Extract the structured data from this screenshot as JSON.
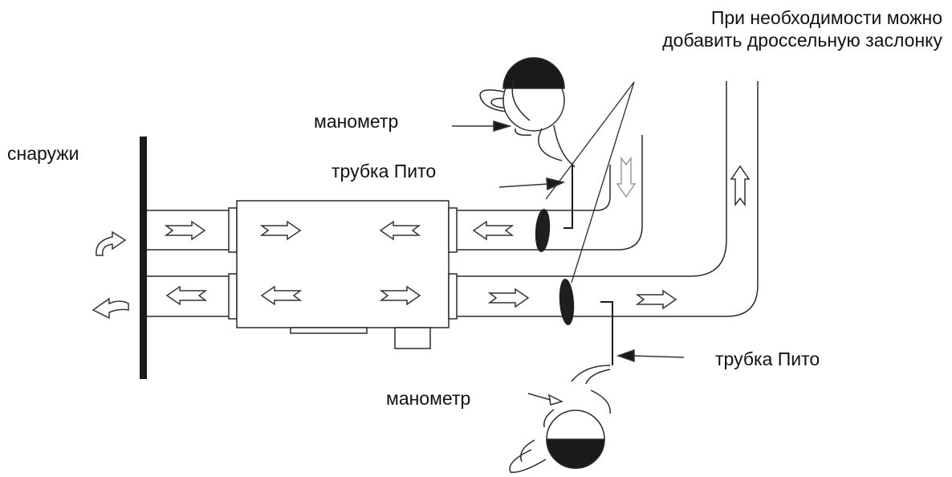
{
  "labels": {
    "note_line1": "При необходимости можно",
    "note_line2": "добавить дроссельную заслонку",
    "outside": "снаружи",
    "manometer_top": "манометр",
    "pitot_top": "трубка Пито",
    "pitot_bottom": "трубка Пито",
    "manometer_bottom": "манометр"
  },
  "colors": {
    "line": "#2a2a2a",
    "arrow_fill": "#ffffff",
    "wall": "#1a1a1a",
    "gray_arrow": "#9a9a9a"
  }
}
